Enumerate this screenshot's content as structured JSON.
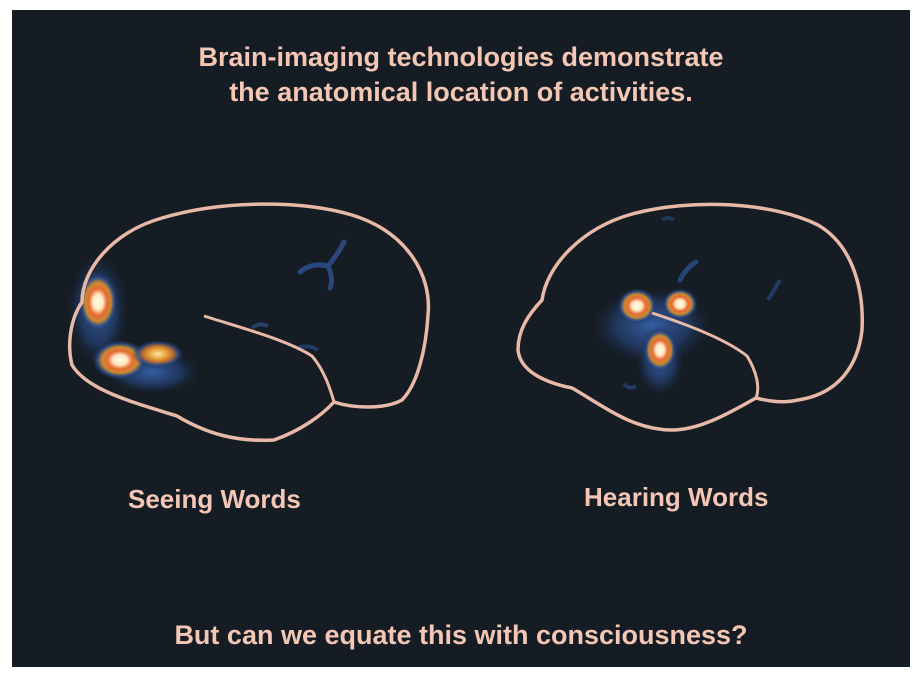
{
  "title": {
    "line1": "Brain-imaging technologies demonstrate",
    "line2": "the anatomical location of activities."
  },
  "panels": [
    {
      "label": "Seeing Words",
      "icon": "brain-outline-icon"
    },
    {
      "label": "Hearing Words",
      "icon": "brain-outline-icon"
    }
  ],
  "question": "But can we equate this with consciousness?",
  "colors": {
    "background": "#151c24",
    "text": "#f3c7b4",
    "outline": "#e8b9a6",
    "activation_hot": "#fff6d8",
    "activation_warm": "#e0622e",
    "activation_cool": "#2a4e90"
  }
}
